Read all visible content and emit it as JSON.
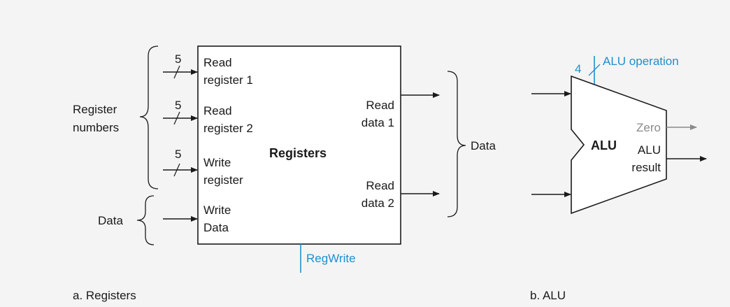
{
  "registers": {
    "title": "Registers",
    "inputs": {
      "read_register_1": [
        "Read",
        "register 1"
      ],
      "read_register_2": [
        "Read",
        "register 2"
      ],
      "write_register": [
        "Write",
        "register"
      ],
      "write_data": [
        "Write",
        "Data"
      ]
    },
    "outputs": {
      "read_data_1": [
        "Read",
        "data 1"
      ],
      "read_data_2": [
        "Read",
        "data 2"
      ]
    },
    "bus_width": "5",
    "left_group_register_numbers": [
      "Register",
      "numbers"
    ],
    "left_group_data": "Data",
    "right_group_data": "Data",
    "control": "RegWrite",
    "caption": "a. Registers"
  },
  "alu": {
    "title": "ALU",
    "operation_label": "ALU operation",
    "operation_width": "4",
    "zero_label": "Zero",
    "result_label": [
      "ALU",
      "result"
    ],
    "caption": "b. ALU"
  },
  "colors": {
    "control": "#1f8fd0",
    "zero": "#8a8a8a",
    "line": "#1a1a1a"
  }
}
